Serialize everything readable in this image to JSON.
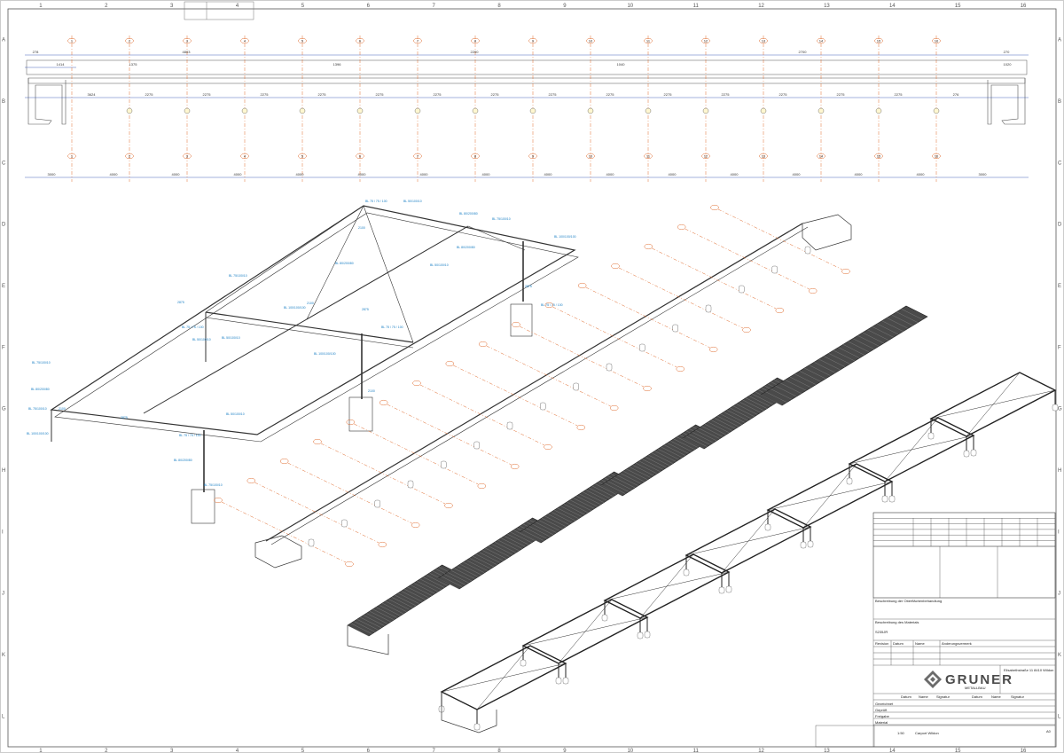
{
  "sheet": {
    "col_numbers": [
      "1",
      "2",
      "3",
      "4",
      "5",
      "6",
      "7",
      "8",
      "9",
      "10",
      "11",
      "12",
      "13",
      "14",
      "15",
      "16"
    ],
    "row_letters": [
      "A",
      "B",
      "C",
      "D",
      "E",
      "F",
      "G",
      "H",
      "I",
      "J",
      "K",
      "L"
    ],
    "format": "A0"
  },
  "plan": {
    "top_dims": [
      "278",
      "4803",
      "2200",
      "2700",
      "270"
    ],
    "sub_dims": [
      "1414",
      "1375",
      "1396",
      "1040",
      "1020"
    ],
    "mid_dims": [
      "3624",
      "2275",
      "2275",
      "2275",
      "2275",
      "2275",
      "2275",
      "2275",
      "2275",
      "2275",
      "2275",
      "2275",
      "2275",
      "2275",
      "2275",
      "276"
    ],
    "bottom_dims": [
      "3000",
      "4000",
      "4000",
      "4000",
      "4000",
      "4000",
      "4000",
      "4000",
      "4000",
      "4000",
      "4000",
      "4000",
      "4000",
      "4000",
      "4000",
      "3000"
    ],
    "axis_labels": [
      "1",
      "2",
      "3",
      "4",
      "5",
      "6",
      "7",
      "8",
      "9",
      "10",
      "11",
      "12",
      "13",
      "14",
      "15",
      "16"
    ]
  },
  "detail_labels": [
    "BL 75 / 75 / 100",
    "BL 50/100/10",
    "BL 80/200/80",
    "BL 75/100/10",
    "BL 100/100/100",
    "2100",
    "2875"
  ],
  "title_block": {
    "company": "GRUNER",
    "company_sub": "METALLBAU",
    "company_address": "Elisabethstraße 11\n8410 Wildon",
    "section_surface": "Beschreibung der Oberflächenbehandlung",
    "section_material": "Beschreibung des Materials",
    "material_value": "S235JR",
    "rev_headers": [
      "Revision",
      "Datum",
      "Name",
      "Änderungsvermerk"
    ],
    "sign_headers": [
      "Datum",
      "Name",
      "Signatur",
      "Datum",
      "Name",
      "Signatur"
    ],
    "sign_rows": [
      "Gezeichnet",
      "Geprüft",
      "Freigabe",
      "Material"
    ],
    "scale_label": "1:50",
    "drawing_title": "Carport Wildon",
    "format": "A0"
  }
}
